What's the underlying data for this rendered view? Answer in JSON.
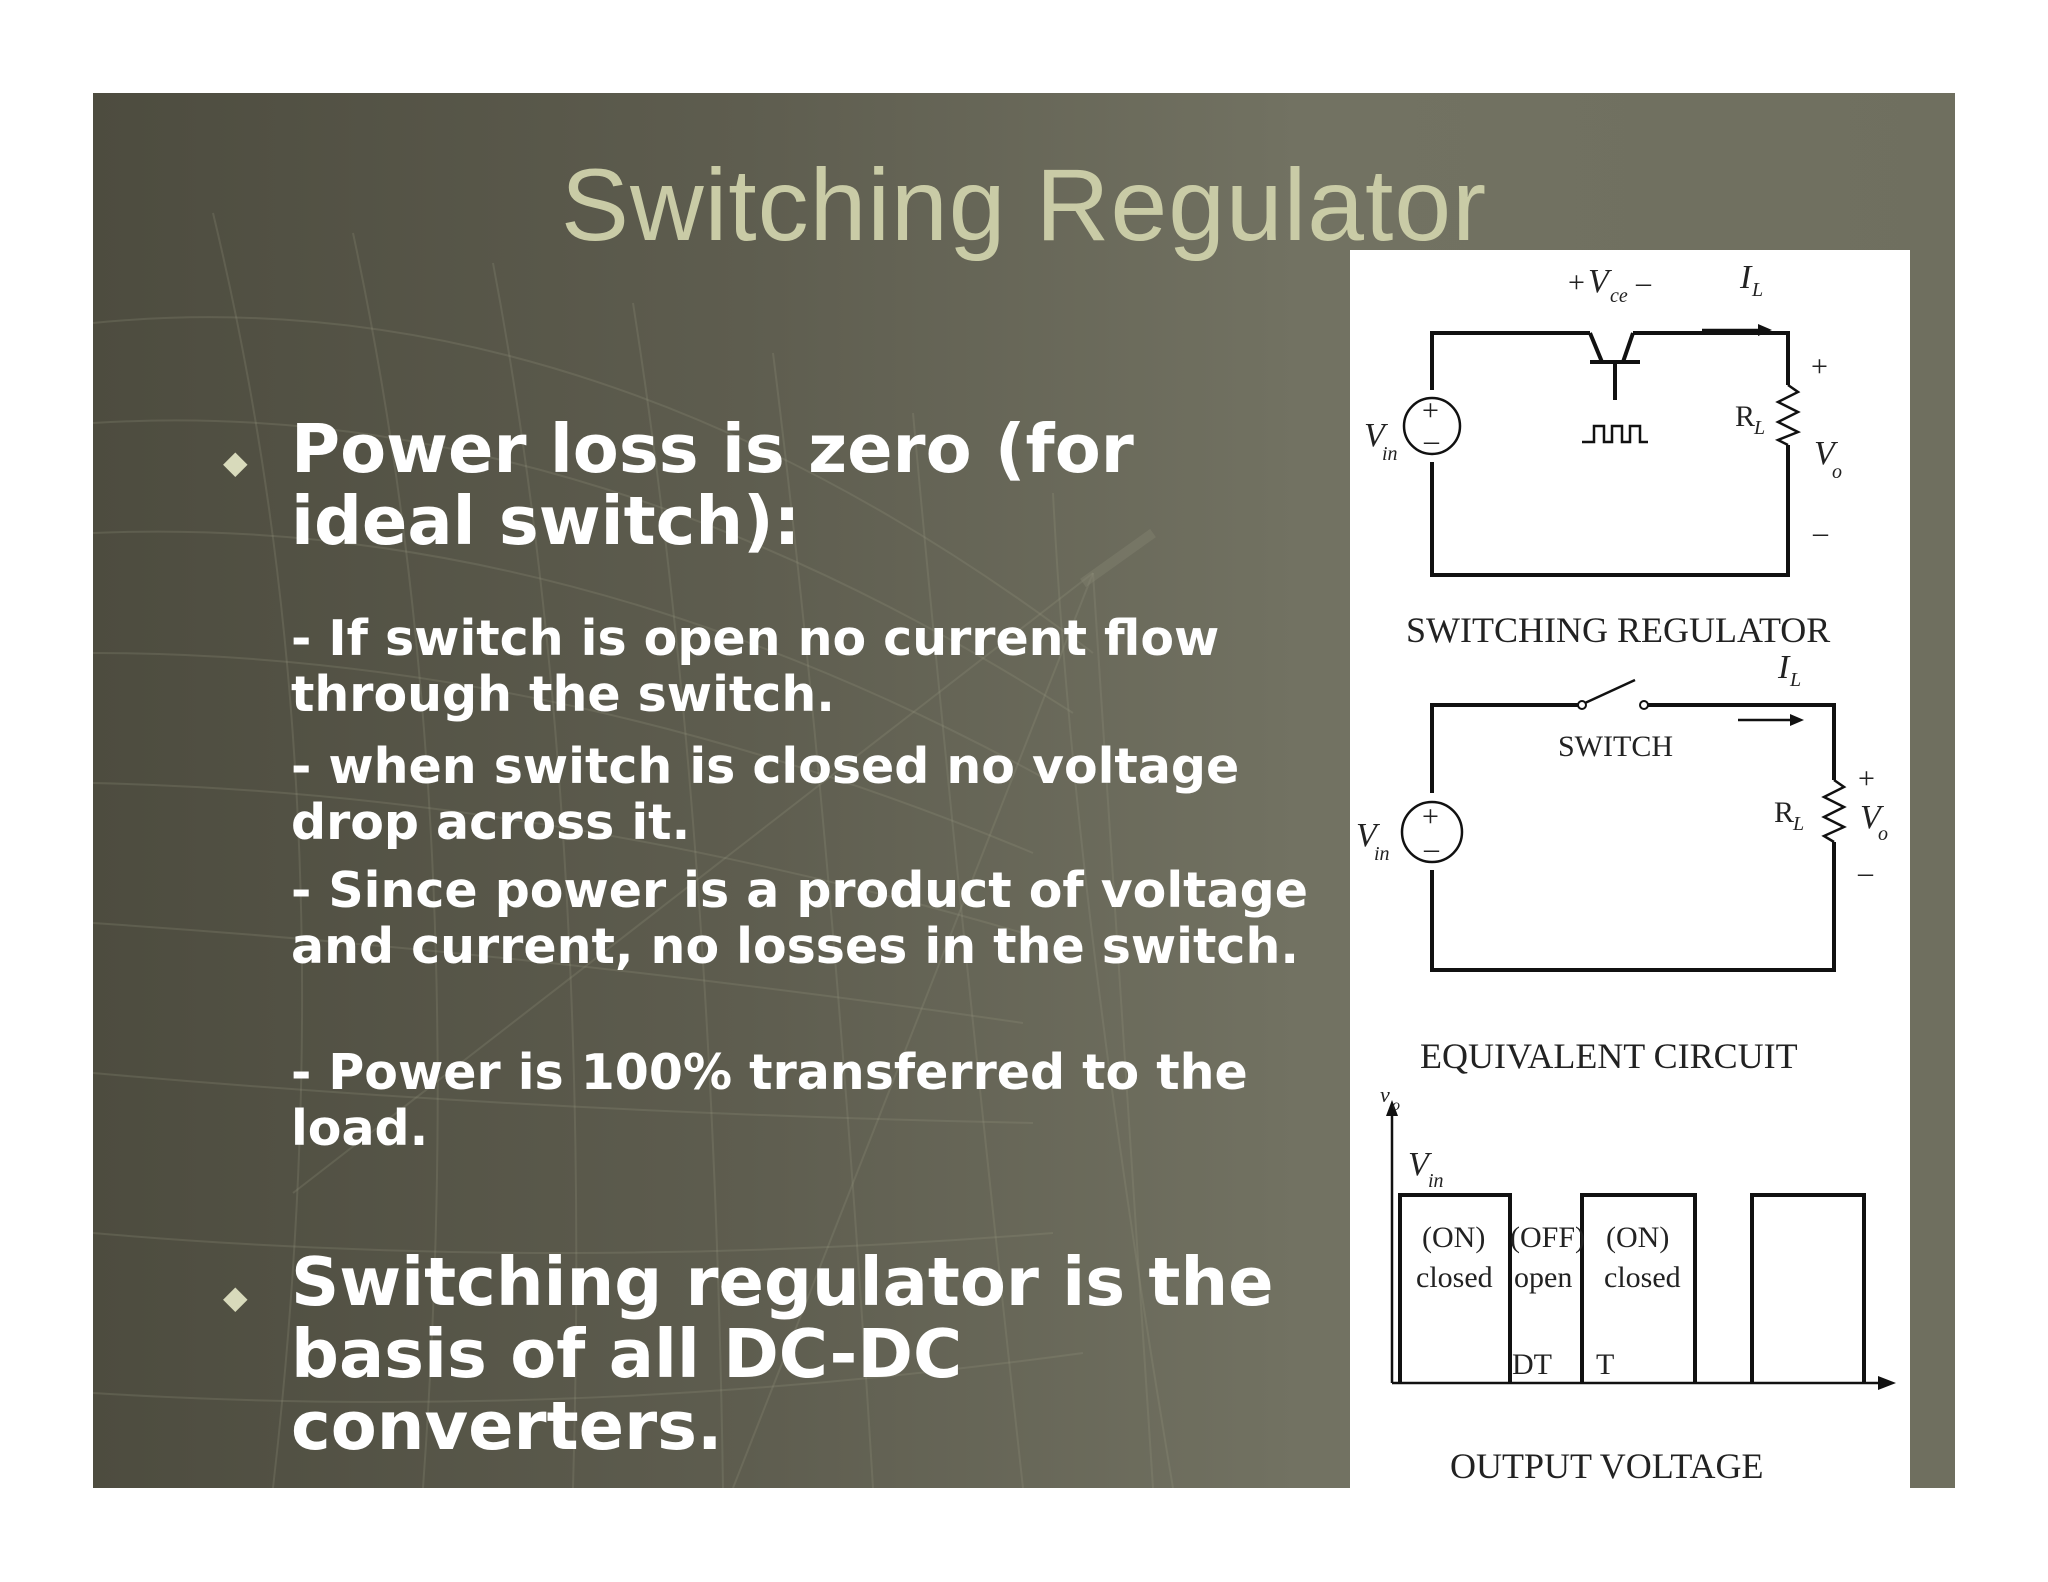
{
  "slide": {
    "title": "Switching Regulator",
    "bullets": [
      {
        "text": "Power loss is zero (for ideal switch):"
      },
      {
        "text": "Switching regulator is the basis of all DC-DC converters."
      }
    ],
    "bullet_glyph": "◆",
    "sub_points": [
      "- If switch is open no current flow through the switch.",
      "- when switch is closed no voltage drop across it.",
      "- Since power is a product of voltage and current, no losses in the switch.",
      "- Power is 100% transferred to the load."
    ]
  },
  "diagrams": {
    "switching_regulator": {
      "caption": "SWITCHING REGULATOR",
      "v_ce": "V",
      "v_ce_sub": "ce",
      "plus": "+",
      "minus": "–",
      "current": "I",
      "current_sub": "L",
      "source": "V",
      "source_sub": "in",
      "resistor": "R",
      "resistor_sub": "L",
      "output": "V",
      "output_sub": "o"
    },
    "equivalent_circuit": {
      "caption": "EQUIVALENT CIRCUIT",
      "switch_label": "SWITCH",
      "current": "I",
      "current_sub": "L",
      "source": "V",
      "source_sub": "in",
      "resistor": "R",
      "resistor_sub": "L",
      "output": "V",
      "output_sub": "o",
      "plus": "+",
      "minus": "–"
    },
    "output_voltage": {
      "caption": "OUTPUT VOLTAGE",
      "y_axis": "v",
      "y_axis_sub": "o",
      "level": "V",
      "level_sub": "in",
      "states": [
        {
          "top": "(ON)",
          "bottom": "closed"
        },
        {
          "top": "(OFF)",
          "bottom": "open"
        },
        {
          "top": "(ON)",
          "bottom": "closed"
        }
      ],
      "marks": [
        "DT",
        "T"
      ]
    }
  },
  "colors": {
    "title": "#c9cba6",
    "text": "#ffffff",
    "bullet": "#d8dabb"
  }
}
